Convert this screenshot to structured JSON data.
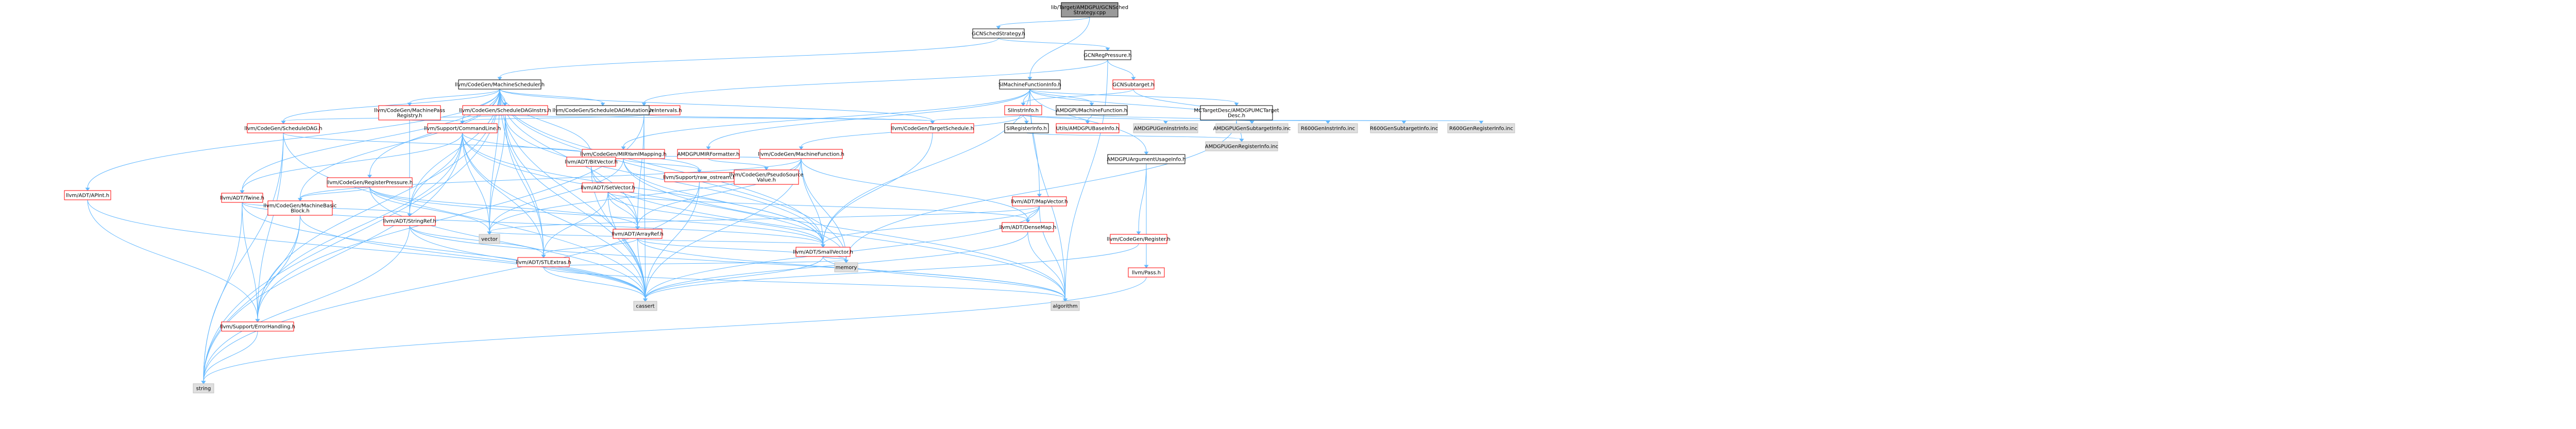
{
  "colors": {
    "root_fill": "#999999",
    "node_fill": "#ffffff",
    "node_border_black": "#000000",
    "node_border_red": "#ff0000",
    "node_border_grey": "#bfbfbf",
    "sys_fill": "#e0e0e0",
    "edge": "#63b8ff",
    "edge_red": "#ff0000"
  },
  "nodes": [
    {
      "id": "root",
      "lines": [
        "lib/Target/AMDGPU/GCNSched",
        "Strategy.cpp"
      ],
      "style": "root"
    },
    {
      "id": "gcnschedstrategy_h",
      "lines": [
        "GCNSchedStrategy.h"
      ],
      "style": "normal"
    },
    {
      "id": "gcnregpressure_h",
      "lines": [
        "GCNRegPressure.h"
      ],
      "style": "normal"
    },
    {
      "id": "simachinefunctioninfo_h",
      "lines": [
        "SIMachineFunctionInfo.h"
      ],
      "style": "normal"
    },
    {
      "id": "gcnsubtarget_h",
      "lines": [
        "GCNSubtarget.h"
      ],
      "style": "red"
    },
    {
      "id": "machinescheduler_h",
      "lines": [
        "llvm/CodeGen/MachineScheduler.h"
      ],
      "style": "normal"
    },
    {
      "id": "liveintervals_h",
      "lines": [
        "llvm/CodeGen/LiveIntervals.h"
      ],
      "style": "red"
    },
    {
      "id": "siinstrinfo_h",
      "lines": [
        "SIInstrInfo.h"
      ],
      "style": "red"
    },
    {
      "id": "amdgpumachinefunction_h",
      "lines": [
        "AMDGPUMachineFunction.h"
      ],
      "style": "normal"
    },
    {
      "id": "mctargetdesc_h",
      "lines": [
        "MCTargetDesc/AMDGPUMCTarget",
        "Desc.h"
      ],
      "style": "normal"
    },
    {
      "id": "machinepassregistry_h",
      "lines": [
        "llvm/CodeGen/MachinePass",
        "Registry.h"
      ],
      "style": "red"
    },
    {
      "id": "scheduledaginstrs_h",
      "lines": [
        "llvm/CodeGen/ScheduleDAGInstrs.h"
      ],
      "style": "red"
    },
    {
      "id": "scheduledagmutation_h",
      "lines": [
        "llvm/CodeGen/ScheduleDAGMutation.h"
      ],
      "style": "normal"
    },
    {
      "id": "scheduledag_h",
      "lines": [
        "llvm/CodeGen/ScheduleDAG.h"
      ],
      "style": "red"
    },
    {
      "id": "commandline_h",
      "lines": [
        "llvm/Support/CommandLine.h"
      ],
      "style": "red"
    },
    {
      "id": "mirymlmapping_h",
      "lines": [
        "llvm/CodeGen/MIRYamlMapping.h"
      ],
      "style": "red"
    },
    {
      "id": "amdgpumirformatter_h",
      "lines": [
        "AMDGPUMIRFormatter.h"
      ],
      "style": "red"
    },
    {
      "id": "machinefunction_h",
      "lines": [
        "llvm/CodeGen/MachineFunction.h"
      ],
      "style": "red"
    },
    {
      "id": "siregisterinfo_h",
      "lines": [
        "SIRegisterInfo.h"
      ],
      "style": "normal"
    },
    {
      "id": "amdgpubaseinfo_h",
      "lines": [
        "Utils/AMDGPUBaseInfo.h"
      ],
      "style": "red"
    },
    {
      "id": "amdgpugeninstrinfo_inc",
      "lines": [
        "AMDGPUGenInstrInfo.inc"
      ],
      "style": "sys"
    },
    {
      "id": "amdgpugensubtargetinfo_inc",
      "lines": [
        "AMDGPUGenSubtargetInfo.inc"
      ],
      "style": "sys"
    },
    {
      "id": "r600geninstrinfo_inc",
      "lines": [
        "R600GenInstrInfo.inc"
      ],
      "style": "sys"
    },
    {
      "id": "r600gensubtargetinfo_inc",
      "lines": [
        "R600GenSubtargetInfo.inc"
      ],
      "style": "sys"
    },
    {
      "id": "r600genregisterinfo_inc",
      "lines": [
        "R600GenRegisterInfo.inc"
      ],
      "style": "sys"
    },
    {
      "id": "amdgpugenregisterinfo_inc",
      "lines": [
        "AMDGPUGenRegisterInfo.inc"
      ],
      "style": "sys"
    },
    {
      "id": "targetschedule_h",
      "lines": [
        "llvm/CodeGen/TargetSchedule.h"
      ],
      "style": "red"
    },
    {
      "id": "amdgpuargumentusageinfo_h",
      "lines": [
        "AMDGPUArgumentUsageInfo.h"
      ],
      "style": "normal"
    },
    {
      "id": "apint_h",
      "lines": [
        "llvm/ADT/APInt.h"
      ],
      "style": "red"
    },
    {
      "id": "twine_h",
      "lines": [
        "llvm/ADT/Twine.h"
      ],
      "style": "red"
    },
    {
      "id": "registerpressure_h",
      "lines": [
        "llvm/CodeGen/RegisterPressure.h"
      ],
      "style": "red"
    },
    {
      "id": "setvector_h",
      "lines": [
        "llvm/ADT/SetVector.h"
      ],
      "style": "red"
    },
    {
      "id": "bitvector_h",
      "lines": [
        "llvm/ADT/BitVector.h"
      ],
      "style": "red"
    },
    {
      "id": "raw_ostream_h",
      "lines": [
        "llvm/Support/raw_ostream.h"
      ],
      "style": "red"
    },
    {
      "id": "pseudosourcevalue_h",
      "lines": [
        "llvm/CodeGen/PseudoSource",
        "Value.h"
      ],
      "style": "red"
    },
    {
      "id": "mapvector_h",
      "lines": [
        "llvm/ADT/MapVector.h"
      ],
      "style": "red"
    },
    {
      "id": "machinebasicblock_h",
      "lines": [
        "llvm/CodeGen/MachineBasic",
        "Block.h"
      ],
      "style": "red"
    },
    {
      "id": "stringref_h",
      "lines": [
        "llvm/ADT/StringRef.h"
      ],
      "style": "red"
    },
    {
      "id": "arrayref_h",
      "lines": [
        "llvm/ADT/ArrayRef.h"
      ],
      "style": "red"
    },
    {
      "id": "stlextras_h",
      "lines": [
        "llvm/ADT/STLExtras.h"
      ],
      "style": "red"
    },
    {
      "id": "smallvector_h",
      "lines": [
        "llvm/ADT/SmallVector.h"
      ],
      "style": "red"
    },
    {
      "id": "densemap_h",
      "lines": [
        "llvm/ADT/DenseMap.h"
      ],
      "style": "red"
    },
    {
      "id": "register_h",
      "lines": [
        "llvm/CodeGen/Register.h"
      ],
      "style": "red"
    },
    {
      "id": "pass_h",
      "lines": [
        "llvm/Pass.h"
      ],
      "style": "red"
    },
    {
      "id": "errorhandling_h",
      "lines": [
        "llvm/Support/ErrorHandling.h"
      ],
      "style": "red"
    },
    {
      "id": "vector",
      "lines": [
        "vector"
      ],
      "style": "sys"
    },
    {
      "id": "cassert",
      "lines": [
        "cassert"
      ],
      "style": "sys"
    },
    {
      "id": "memory",
      "lines": [
        "memory"
      ],
      "style": "sys"
    },
    {
      "id": "algorithm",
      "lines": [
        "algorithm"
      ],
      "style": "sys"
    },
    {
      "id": "string",
      "lines": [
        "string"
      ],
      "style": "sys"
    }
  ]
}
